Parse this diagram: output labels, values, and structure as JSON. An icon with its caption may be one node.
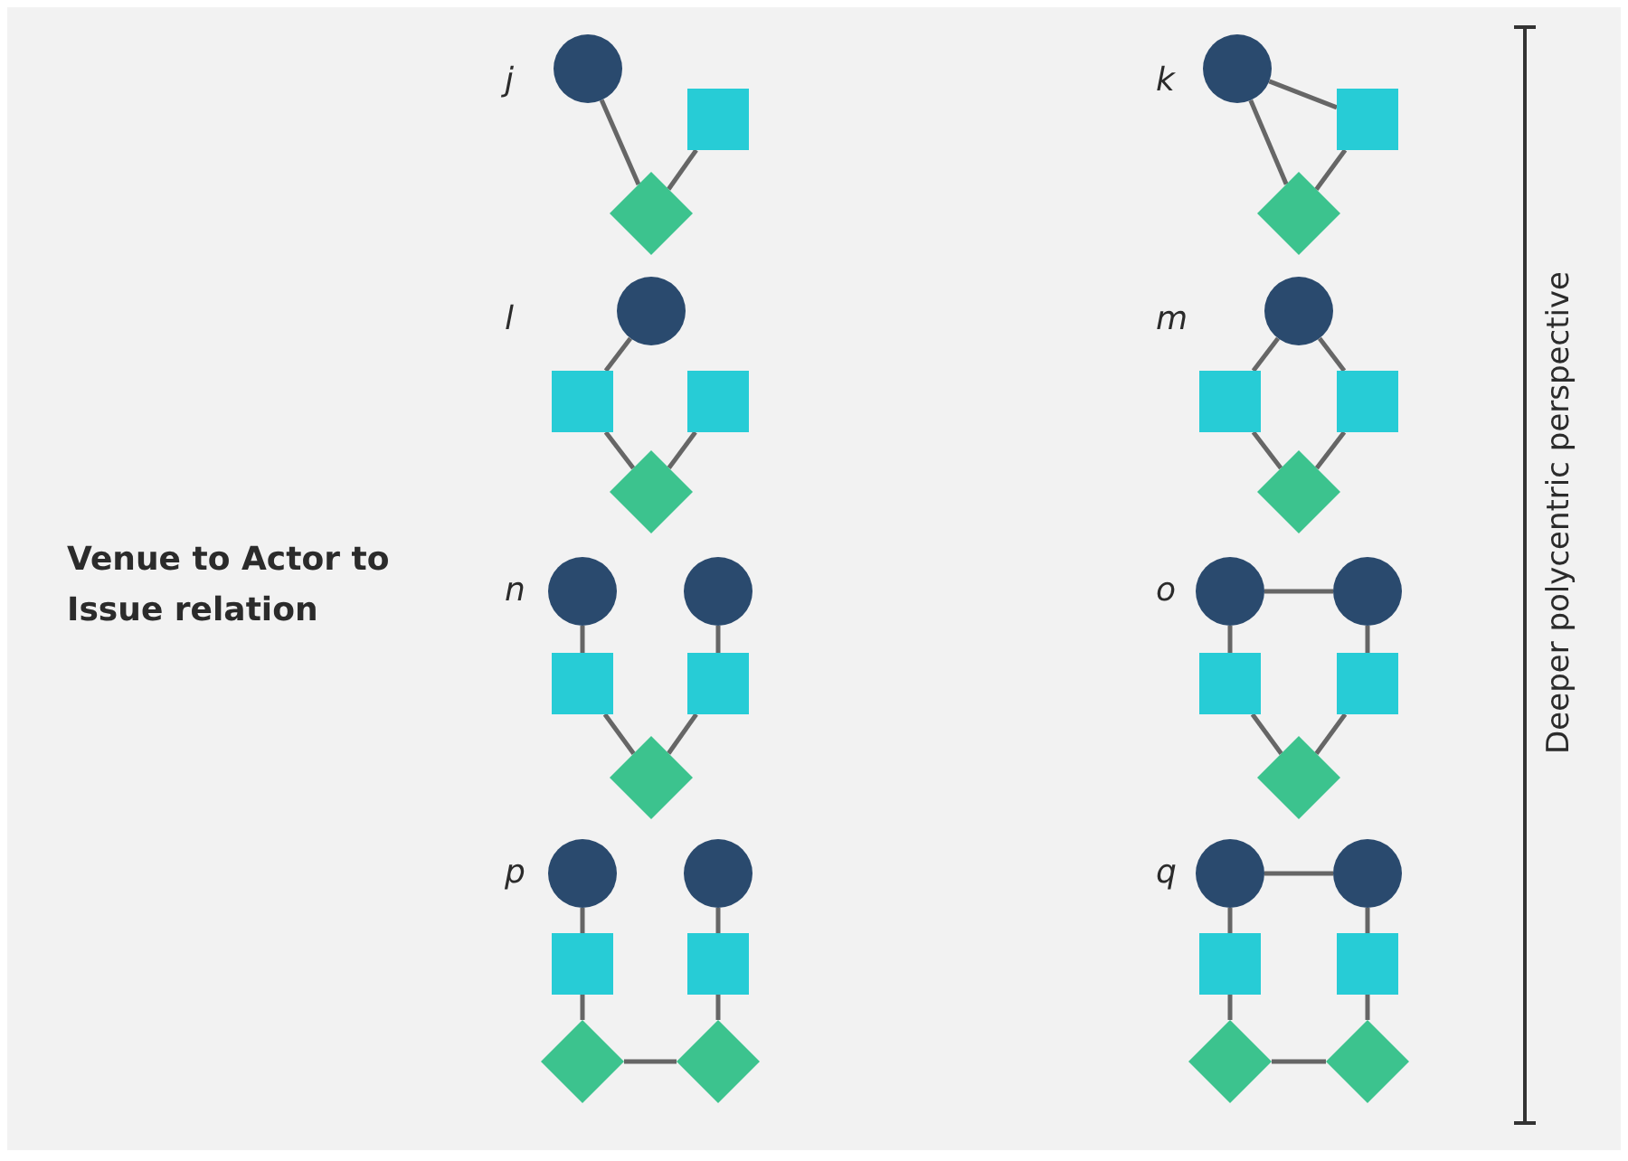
{
  "diagram": {
    "nodes": [
      {
        "text": [],
        "shape": "circle"
      },
      {
        "text": [],
        "shape": "box"
      },
      {
        "text": [],
        "shape": "diamond"
      },
      {
        "text": [],
        "shape": "circle"
      },
      {
        "text": [],
        "shape": "box"
      },
      {
        "text": [],
        "shape": "diamond"
      },
      {
        "text": [],
        "shape": "circle"
      },
      {
        "text": [],
        "shape": "box"
      },
      {
        "text": [],
        "shape": "box"
      },
      {
        "text": [],
        "shape": "diamond"
      },
      {
        "text": [],
        "shape": "circle"
      },
      {
        "text": [],
        "shape": "box"
      },
      {
        "text": [],
        "shape": "box"
      },
      {
        "text": [],
        "shape": "diamond"
      },
      {
        "text": [],
        "shape": "circle"
      },
      {
        "text": [],
        "shape": "circle"
      },
      {
        "text": [],
        "shape": "box"
      },
      {
        "text": [],
        "shape": "box"
      },
      {
        "text": [],
        "shape": "diamond"
      },
      {
        "text": [],
        "shape": "circle"
      },
      {
        "text": [],
        "shape": "circle"
      },
      {
        "text": [],
        "shape": "box"
      },
      {
        "text": [],
        "shape": "box"
      },
      {
        "text": [],
        "shape": "diamond"
      },
      {
        "text": [],
        "shape": "circle"
      },
      {
        "text": [],
        "shape": "circle"
      },
      {
        "text": [],
        "shape": "box"
      },
      {
        "text": [],
        "shape": "box"
      },
      {
        "text": [],
        "shape": "diamond"
      },
      {
        "text": [],
        "shape": "diamond"
      },
      {
        "text": [],
        "shape": "circle"
      },
      {
        "text": [],
        "shape": "circle"
      },
      {
        "text": [],
        "shape": "box"
      },
      {
        "text": [],
        "shape": "box"
      },
      {
        "text": [],
        "shape": "diamond"
      },
      {
        "text": [],
        "shape": "diamond"
      }
    ],
    "edges": [
      {
        "from": 0,
        "to": 2,
        "arrow": "none"
      },
      {
        "from": 1,
        "to": 2,
        "arrow": "none"
      },
      {
        "from": 3,
        "to": 4,
        "arrow": "none"
      },
      {
        "from": 3,
        "to": 5,
        "arrow": "none"
      },
      {
        "from": 4,
        "to": 5,
        "arrow": "none"
      },
      {
        "from": 6,
        "to": 7,
        "arrow": "none"
      },
      {
        "from": 7,
        "to": 9,
        "arrow": "none"
      },
      {
        "from": 8,
        "to": 9,
        "arrow": "none"
      },
      {
        "from": 10,
        "to": 11,
        "arrow": "none"
      },
      {
        "from": 10,
        "to": 12,
        "arrow": "none"
      },
      {
        "from": 11,
        "to": 13,
        "arrow": "none"
      },
      {
        "from": 12,
        "to": 13,
        "arrow": "none"
      },
      {
        "from": 14,
        "to": 16,
        "arrow": "none"
      },
      {
        "from": 15,
        "to": 17,
        "arrow": "none"
      },
      {
        "from": 16,
        "to": 18,
        "arrow": "none"
      },
      {
        "from": 17,
        "to": 18,
        "arrow": "none"
      },
      {
        "from": 19,
        "to": 20,
        "arrow": "none"
      },
      {
        "from": 19,
        "to": 21,
        "arrow": "none"
      },
      {
        "from": 20,
        "to": 22,
        "arrow": "none"
      },
      {
        "from": 21,
        "to": 23,
        "arrow": "none"
      },
      {
        "from": 22,
        "to": 23,
        "arrow": "none"
      },
      {
        "from": 24,
        "to": 26,
        "arrow": "none"
      },
      {
        "from": 25,
        "to": 27,
        "arrow": "none"
      },
      {
        "from": 26,
        "to": 28,
        "arrow": "none"
      },
      {
        "from": 27,
        "to": 29,
        "arrow": "none"
      },
      {
        "from": 28,
        "to": 29,
        "arrow": "none"
      },
      {
        "from": 30,
        "to": 31,
        "arrow": "none"
      },
      {
        "from": 30,
        "to": 32,
        "arrow": "none"
      },
      {
        "from": 31,
        "to": 33,
        "arrow": "none"
      },
      {
        "from": 32,
        "to": 34,
        "arrow": "none"
      },
      {
        "from": 33,
        "to": 35,
        "arrow": "none"
      },
      {
        "from": 34,
        "to": 35,
        "arrow": "none"
      }
    ],
    "labels": [
      "j",
      "k",
      "l",
      "m",
      "n",
      "o",
      "p",
      "q",
      "Venue to Actor to Issue relation",
      "Deeper polycentric perspective"
    ]
  }
}
